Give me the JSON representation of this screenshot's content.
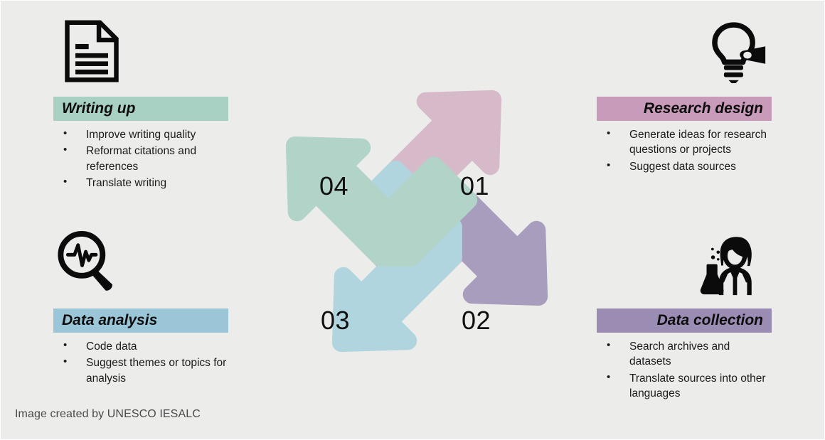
{
  "slide": {
    "background_color": "#ececeb",
    "credit": "Image created by UNESCO IESALC"
  },
  "cycle": {
    "steps": [
      {
        "number": "01",
        "color": "#d2b0c3",
        "label": "Research design"
      },
      {
        "number": "02",
        "color": "#9b8cb4",
        "label": "Data collection"
      },
      {
        "number": "03",
        "color": "#a5d0dc",
        "label": "Data analysis"
      },
      {
        "number": "04",
        "color": "#a5cec1",
        "label": "Writing up"
      }
    ]
  },
  "panels": {
    "writing_up": {
      "title": "Writing up",
      "band_color": "#a8d0c3",
      "icon": "document-icon",
      "bullets": [
        "Improve writing quality",
        "Reformat citations and references",
        "Translate writing"
      ]
    },
    "research_design": {
      "title": "Research design",
      "band_color": "#c99bba",
      "icon": "lightbulb-idea-icon",
      "bullets": [
        "Generate ideas for research questions or projects",
        "Suggest data sources"
      ]
    },
    "data_analysis": {
      "title": "Data analysis",
      "band_color": "#9bc6d8",
      "icon": "magnifier-pulse-icon",
      "bullets": [
        "Code data",
        "Suggest themes or topics for analysis"
      ]
    },
    "data_collection": {
      "title": "Data collection",
      "band_color": "#9b8cb4",
      "icon": "scientist-flask-icon",
      "bullets": [
        "Search archives and datasets",
        "Translate sources into other languages"
      ]
    }
  }
}
